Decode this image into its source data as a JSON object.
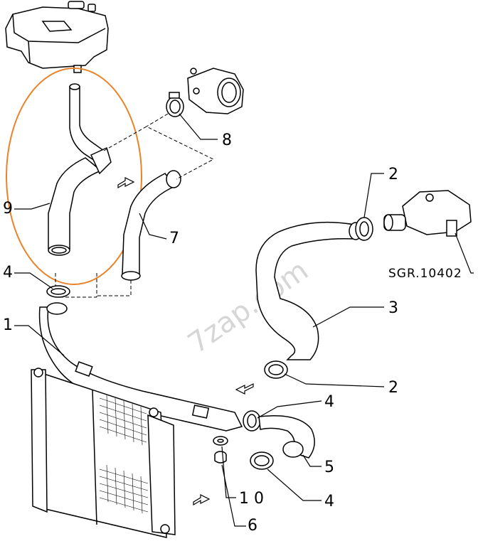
{
  "callouts": {
    "c1": "1",
    "c2a": "2",
    "c2b": "2",
    "c3": "3",
    "c4a": "4",
    "c4b": "4",
    "c4c": "4",
    "c5": "5",
    "c6": "6",
    "c7": "7",
    "c8": "8",
    "c9": "9",
    "c10": "1 0"
  },
  "reference_code": "SGR.10402",
  "watermark": "7zap.com",
  "colors": {
    "line": "#000000",
    "highlight": "#e8832a",
    "watermark": "#d6d6d6"
  }
}
